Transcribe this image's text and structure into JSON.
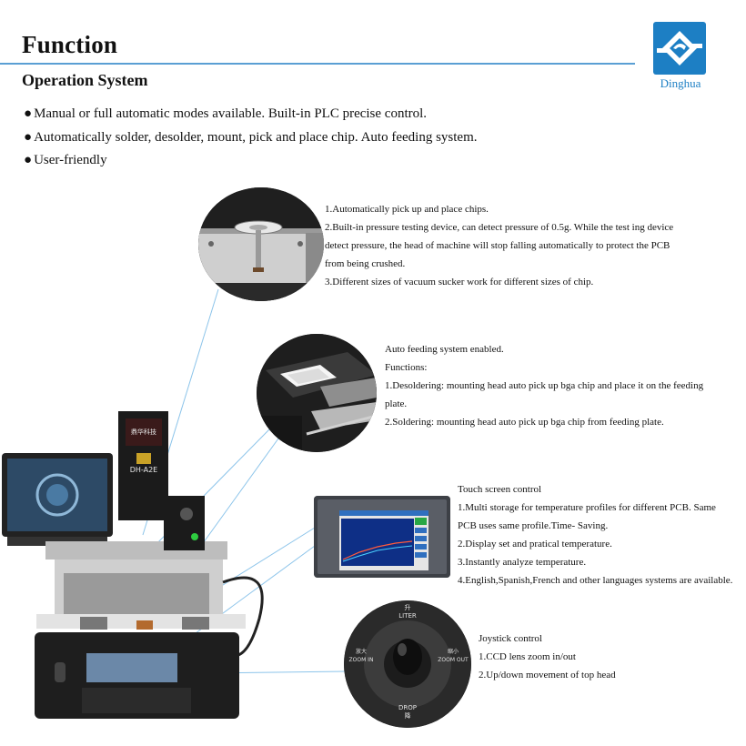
{
  "header": {
    "title": "Function",
    "subtitle": "Operation System",
    "logo_name": "Dinghua"
  },
  "bullets": [
    "Manual or full automatic modes available.  Built-in PLC precise control.",
    "Automatically solder, desolder, mount, pick and place chip.  Auto feeding system.",
    "User-friendly"
  ],
  "bullet_symbol": "●",
  "callouts": {
    "nozzle": [
      "1.Automatically pick up and place chips.",
      "2.Built-in pressure testing device, can detect pressure of 0.5g. While the test ing device",
      "detect pressure, the head of machine will stop falling automatically to protect the PCB",
      "from being crushed.",
      "3.Different sizes of vacuum sucker work for different sizes of chip."
    ],
    "feeder": [
      "Auto feeding system enabled.",
      "Functions:",
      "1.Desoldering: mounting head auto pick up bga chip and place it on the feeding",
      "plate.",
      "2.Soldering: mounting head auto pick up bga chip from feeding plate."
    ],
    "screen": [
      "Touch screen control",
      "1.Multi storage for temperature profiles for different PCB. Same",
      "PCB uses same profile.Time- Saving.",
      "2.Display set and pratical temperature.",
      "3.Instantly analyze temperature.",
      "4.English,Spanish,French and other languages systems are available."
    ],
    "joystick": [
      "Joystick control",
      "1.CCD lens zoom in/out",
      "2.Up/down movement of top head"
    ]
  },
  "photo_labels": {
    "machine_brand_cn": "鼎华科技",
    "machine_model": "DH-A2E",
    "joystick_up_cn": "升",
    "joystick_up": "LITER",
    "joystick_down_cn": "降",
    "joystick_down": "DROP",
    "joystick_zoom_in_cn": "放大",
    "joystick_zoom_in": "ZOOM IN",
    "joystick_zoom_out_cn": "缩小",
    "joystick_zoom_out": "ZOOM OUT"
  },
  "colors": {
    "accent": "#5a9fd4",
    "logo_blue": "#1d7fc4",
    "connector": "#8cc4ea"
  }
}
